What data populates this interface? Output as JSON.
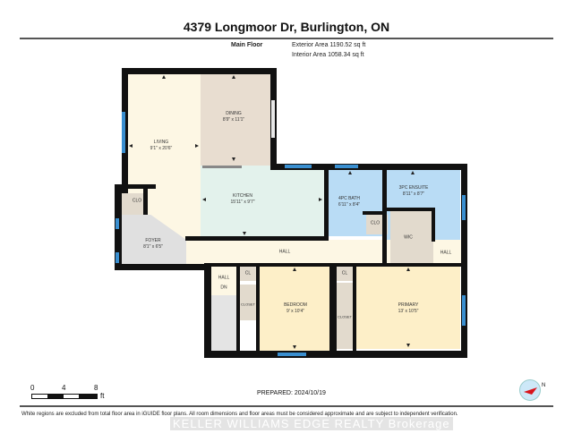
{
  "header": {
    "title": "4379 Longmoor Dr, Burlington, ON",
    "floor_name": "Main Floor",
    "exterior_area": "Exterior Area 1190.52 sq ft",
    "interior_area": "Interior Area 1058.34 sq ft"
  },
  "rooms": [
    {
      "name": "LIVING",
      "dims": "9'1\" x 20'6\""
    },
    {
      "name": "DINING",
      "dims": "8'9\" x 11'1\""
    },
    {
      "name": "KITCHEN",
      "dims": "15'11\" x 9'7\""
    },
    {
      "name": "4PC BATH",
      "dims": "6'11\" x 8'4\""
    },
    {
      "name": "3PC ENSUITE",
      "dims": "8'11\" x 8'7\""
    },
    {
      "name": "FOYER",
      "dims": "8'1\" x 6'5\""
    },
    {
      "name": "BEDROOM",
      "dims": "9' x 10'4\""
    },
    {
      "name": "PRIMARY",
      "dims": "13' x 10'5\""
    }
  ],
  "labels": {
    "clo1": "CLO",
    "clo2": "CLO",
    "wic": "WIC",
    "hall_main": "HALL",
    "hall_right": "HALL",
    "hall_dn": "HALL",
    "dn": "DN",
    "cl1": "CL",
    "cl2": "CL",
    "closet1": "CLOSET",
    "closet2": "CLOSET"
  },
  "colors": {
    "living": "#fdf7e4",
    "dining": "#e8ddd0",
    "kitchen": "#e3f2ec",
    "bath": "#b9dcf5",
    "foyer": "#e0e0e0",
    "bedroom": "#fdefc8",
    "closet": "#e2dacd",
    "wall": "#111111",
    "window": "#3a8fd0"
  },
  "scale": {
    "ticks": [
      "0",
      "4",
      "8"
    ],
    "unit": "ft"
  },
  "prepared": "PREPARED: 2024/10/19",
  "footer": {
    "disclaimer": "White regions are excluded from total floor area in iGUIDE floor plans. All room dimensions and floor areas must be considered approximate and are subject to independent verification.",
    "watermark": "KELLER WILLIAMS EDGE REALTY Brokerage"
  },
  "compass": {
    "label": "N"
  }
}
